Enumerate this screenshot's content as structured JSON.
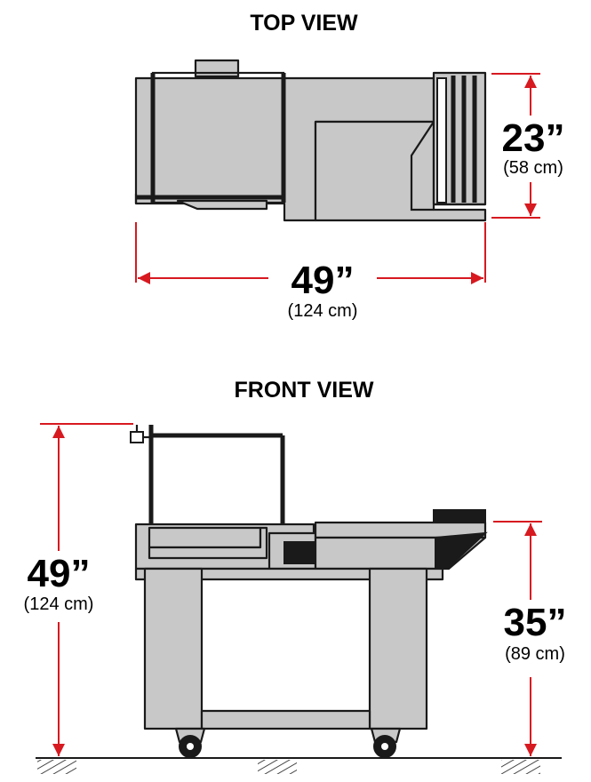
{
  "top_view": {
    "title": "TOP VIEW",
    "width": {
      "value": "49”",
      "metric": "(124 cm)"
    },
    "depth": {
      "value": "23”",
      "metric": "(58 cm)"
    }
  },
  "front_view": {
    "title": "FRONT VIEW",
    "overall_height": {
      "value": "49”",
      "metric": "(124 cm)"
    },
    "table_height": {
      "value": "35”",
      "metric": "(89 cm)"
    }
  },
  "colors": {
    "dimension": "#d71920",
    "machine_fill": "#c8c8c8",
    "outline": "#1a1a1a"
  }
}
